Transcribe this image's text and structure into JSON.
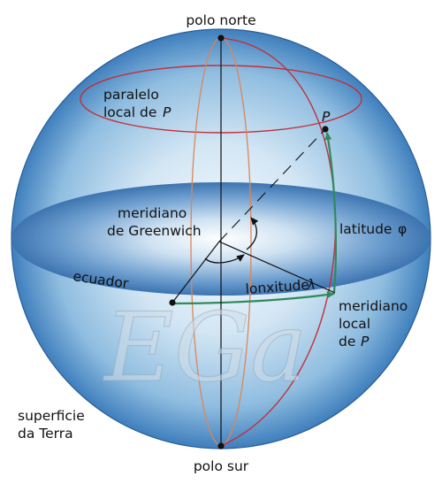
{
  "labels": {
    "north_pole": "polo norte",
    "south_pole": "polo sur",
    "local_parallel_l1": "paralelo",
    "local_parallel_l2": "local de",
    "point": "P",
    "greenwich_l1": "meridiano",
    "greenwich_l2": "de Greenwich",
    "equator": "ecuador",
    "longitude": "lonxitude",
    "lambda": "λ",
    "latitude": "latitude",
    "phi": "φ",
    "local_meridian_l1": "meridiano",
    "local_meridian_l2": "local",
    "local_meridian_l3": "de",
    "surface_l1": "superficie",
    "surface_l2": "da Terra",
    "watermark": "EGa"
  },
  "colors": {
    "sphere_edge": "#1e4f86",
    "sphere_light": "#f4f9fd",
    "equator_band": "#4a86c0",
    "parallel_red": "#c0303a",
    "meridian_orange": "#d9865a",
    "meridian_green": "#2f8a5c",
    "axis": "#111111"
  }
}
